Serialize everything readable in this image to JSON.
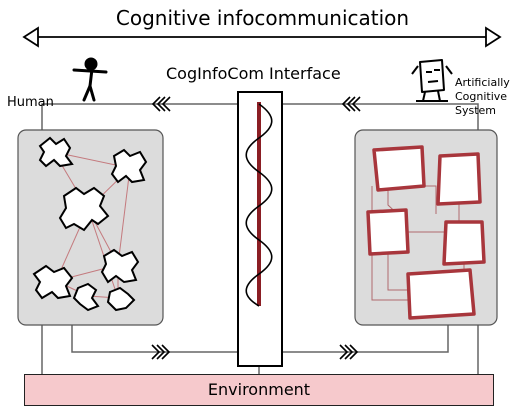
{
  "title": "Cognitive infocommunication",
  "interface_label": "CogInfoCom Interface",
  "human_label": "Human",
  "ai_label": "Artificially Cognitive System",
  "environment_label": "Environment",
  "icons": [
    "double-arrow-icon",
    "human-figure-icon",
    "robot-head-icon",
    "triple-chevron-icon"
  ],
  "colors": {
    "panel": "#dcdcdc",
    "environment": "#f6c9cc",
    "accent": "#9b2a2f"
  }
}
